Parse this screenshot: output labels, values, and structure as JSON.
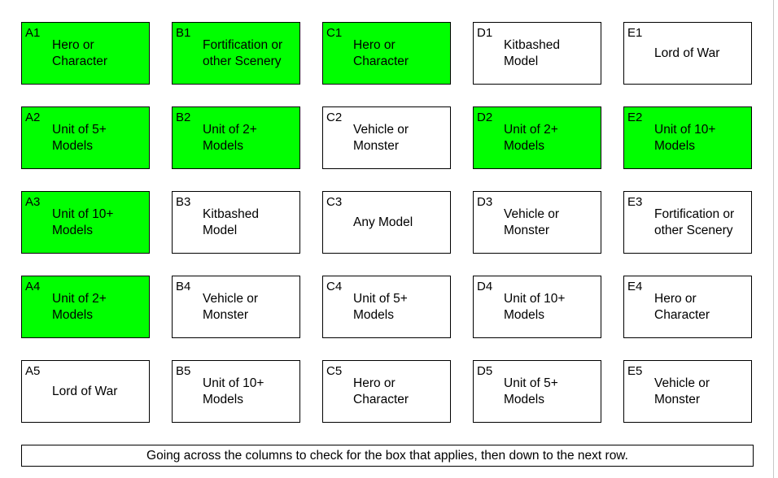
{
  "colors": {
    "checked": "#00ff00",
    "unchecked": "#ffffff",
    "border": "#000000"
  },
  "rows": [
    [
      {
        "code": "A1",
        "label": "Hero or\nCharacter",
        "checked": true
      },
      {
        "code": "B1",
        "label": "Fortification or\nother Scenery",
        "checked": true
      },
      {
        "code": "C1",
        "label": "Hero or\nCharacter",
        "checked": true
      },
      {
        "code": "D1",
        "label": "Kitbashed\nModel",
        "checked": false
      },
      {
        "code": "E1",
        "label": "Lord of War",
        "checked": false
      }
    ],
    [
      {
        "code": "A2",
        "label": "Unit of 5+\nModels",
        "checked": true
      },
      {
        "code": "B2",
        "label": "Unit of 2+\nModels",
        "checked": true
      },
      {
        "code": "C2",
        "label": "Vehicle or\nMonster",
        "checked": false
      },
      {
        "code": "D2",
        "label": "Unit of 2+\nModels",
        "checked": true
      },
      {
        "code": "E2",
        "label": "Unit of 10+\nModels",
        "checked": true
      }
    ],
    [
      {
        "code": "A3",
        "label": "Unit of 10+\nModels",
        "checked": true
      },
      {
        "code": "B3",
        "label": "Kitbashed\nModel",
        "checked": false
      },
      {
        "code": "C3",
        "label": "Any Model",
        "checked": false
      },
      {
        "code": "D3",
        "label": "Vehicle or\nMonster",
        "checked": false
      },
      {
        "code": "E3",
        "label": "Fortification or\nother Scenery",
        "checked": false
      }
    ],
    [
      {
        "code": "A4",
        "label": "Unit of 2+\nModels",
        "checked": true
      },
      {
        "code": "B4",
        "label": "Vehicle or\nMonster",
        "checked": false
      },
      {
        "code": "C4",
        "label": "Unit of 5+\nModels",
        "checked": false
      },
      {
        "code": "D4",
        "label": "Unit of 10+\nModels",
        "checked": false
      },
      {
        "code": "E4",
        "label": "Hero or\nCharacter",
        "checked": false
      }
    ],
    [
      {
        "code": "A5",
        "label": "Lord of War",
        "checked": false
      },
      {
        "code": "B5",
        "label": "Unit of 10+\nModels",
        "checked": false
      },
      {
        "code": "C5",
        "label": "Hero or\nCharacter",
        "checked": false
      },
      {
        "code": "D5",
        "label": "Unit of 5+\nModels",
        "checked": false
      },
      {
        "code": "E5",
        "label": "Vehicle or\nMonster",
        "checked": false
      }
    ]
  ],
  "footer": "Going across the columns to check for the box that applies, then down to the next row."
}
